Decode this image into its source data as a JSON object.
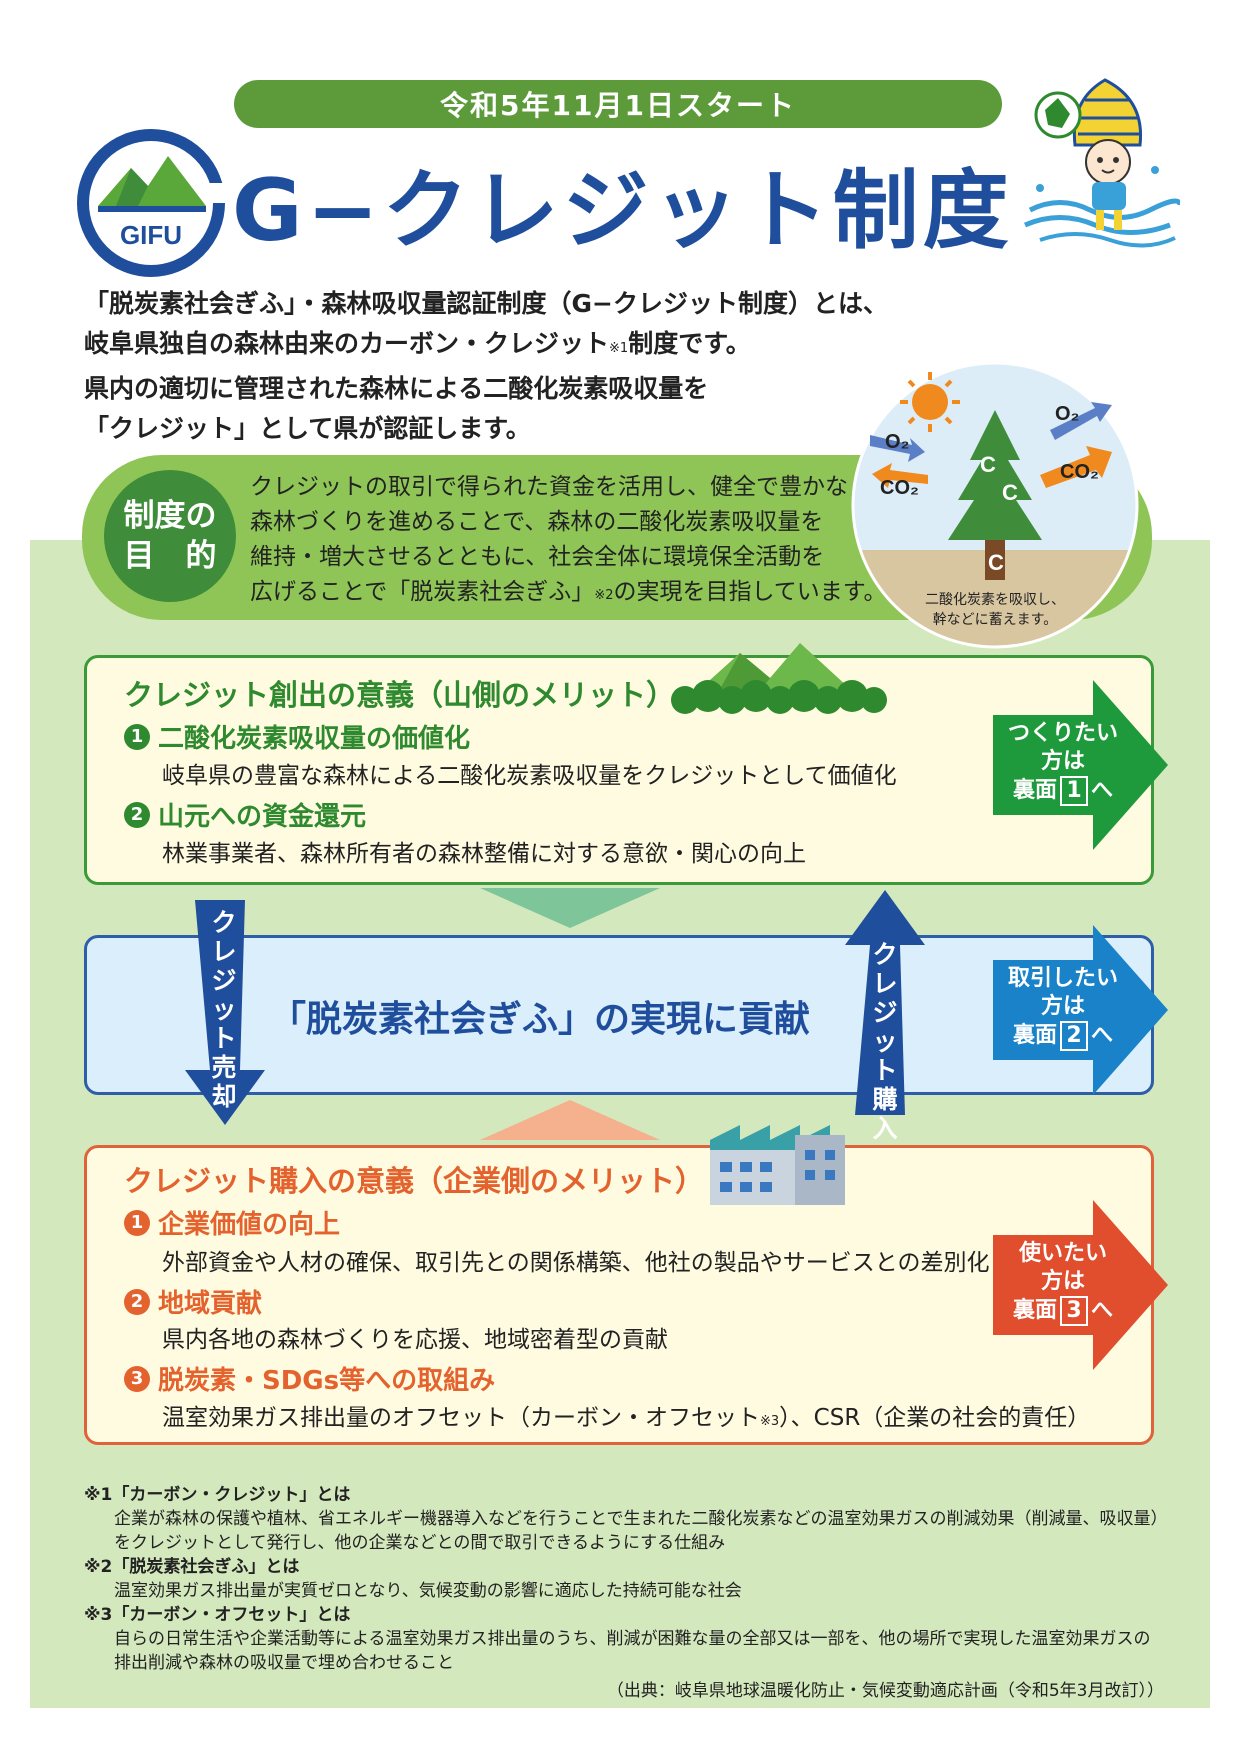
{
  "header": {
    "start_banner": "令和5年11月1日スタート",
    "title": "G−クレジット制度",
    "logo_text": "GIFU"
  },
  "intro": {
    "line1": "「脱炭素社会ぎふ」・森林吸収量認証制度（G−クレジット制度）とは、",
    "line2a": "岐阜県独自の森林由来のカーボン・クレジット",
    "line2ref": "※1",
    "line2b": "制度です。",
    "line3": "県内の適切に管理された森林による二酸化炭素吸収量を",
    "line4": "「クレジット」として県が認証します。"
  },
  "purpose": {
    "label_line1": "制度の",
    "label_line2": "目　的",
    "line1": "クレジットの取引で得られた資金を活用し、健全で豊かな",
    "line2": "森林づくりを進めることで、森林の二酸化炭素吸収量を",
    "line3": "維持・増大させるとともに、社会全体に環境保全活動を",
    "line4a": "広げることで「脱炭素社会ぎふ」",
    "line4ref": "※2",
    "line4b": "の実現を目指しています。"
  },
  "tree_illustration": {
    "o2_left": "O₂",
    "co2_left": "CO₂",
    "o2_right": "O₂",
    "co2_right": "CO₂",
    "c1": "C",
    "c2": "C",
    "c3": "C",
    "caption1": "二酸化炭素を吸収し、",
    "caption2": "幹などに蓄えます。"
  },
  "mountain_section": {
    "title": "クレジット創出の意義（山側のメリット）",
    "items": [
      {
        "num": "1",
        "heading": "二酸化炭素吸収量の価値化",
        "desc": "岐阜県の豊富な森林による二酸化炭素吸収量をクレジットとして価値化"
      },
      {
        "num": "2",
        "heading": "山元への資金還元",
        "desc": "林業事業者、森林所有者の森林整備に対する意欲・関心の向上"
      }
    ],
    "arrow": {
      "line1": "つくりたい",
      "line2": "方は",
      "back": "裏面",
      "num": "1",
      "suffix": "へ",
      "color": "#1e9a3c"
    }
  },
  "center_section": {
    "text": "「脱炭素社会ぎふ」の実現に貢献",
    "sell_label": "クレジット売却",
    "buy_label": "クレジット購入",
    "arrow": {
      "line1": "取引したい",
      "line2": "方は",
      "back": "裏面",
      "num": "2",
      "suffix": "へ",
      "color": "#1a82c8"
    }
  },
  "company_section": {
    "title": "クレジット購入の意義（企業側のメリット）",
    "items": [
      {
        "num": "1",
        "heading": "企業価値の向上",
        "desc": "外部資金や人材の確保、取引先との関係構築、他社の製品やサービスとの差別化"
      },
      {
        "num": "2",
        "heading": "地域貢献",
        "desc": "県内各地の森林づくりを応援、地域密着型の貢献"
      },
      {
        "num": "3",
        "heading": "脱炭素・SDGs等への取組み",
        "desc_a": "温室効果ガス排出量のオフセット（カーボン・オフセット",
        "desc_ref": "※3",
        "desc_b": "）、CSR（企業の社会的責任）"
      }
    ],
    "arrow": {
      "line1": "使いたい",
      "line2": "方は",
      "back": "裏面",
      "num": "3",
      "suffix": "へ",
      "color": "#e04e2e"
    }
  },
  "footnotes": {
    "n1_head": "※1「カーボン・クレジット」とは",
    "n1_l1": "企業が森林の保護や植林、省エネルギー機器導入などを行うことで生まれた二酸化炭素などの温室効果ガスの削減効果（削減量、吸収量）",
    "n1_l2": "をクレジットとして発行し、他の企業などとの間で取引できるようにする仕組み",
    "n2_head": "※2「脱炭素社会ぎふ」とは",
    "n2_l1": "温室効果ガス排出量が実質ゼロとなり、気候変動の影響に適応した持続可能な社会",
    "n3_head": "※3「カーボン・オフセット」とは",
    "n3_l1": "自らの日常生活や企業活動等による温室効果ガス排出量のうち、削減が困難な量の全部又は一部を、他の場所で実現した温室効果ガスの",
    "n3_l2": "排出削減や森林の吸収量で埋め合わせること",
    "source": "（出典：岐阜県地球温暖化防止・気候変動適応計画（令和5年3月改訂））"
  }
}
